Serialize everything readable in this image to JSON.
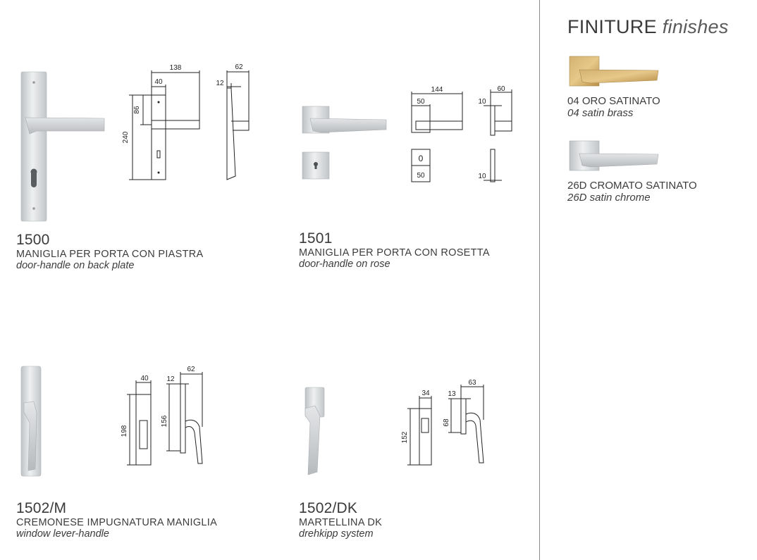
{
  "products": [
    {
      "code": "1500",
      "name_it": "MANIGLIA PER PORTA CON PIASTRA",
      "name_en": "door-handle on back plate",
      "dims": {
        "width": "138",
        "offset": "40",
        "height": "240",
        "center": "86",
        "proj": "62",
        "thick": "12"
      }
    },
    {
      "code": "1501",
      "name_it": "MANIGLIA PER PORTA CON ROSETTA",
      "name_en": "door-handle on rose",
      "dims": {
        "width": "144",
        "rose": "50",
        "proj": "60",
        "thick": "10",
        "key_w": "0",
        "key_rose": "50",
        "key_thick": "10"
      }
    },
    {
      "code": "1502/M",
      "name_it": "CREMONESE IMPUGNATURA MANIGLIA",
      "name_en": "window lever-handle",
      "dims": {
        "width": "40",
        "height": "198",
        "proj": "62",
        "thick": "12",
        "lever": "156"
      }
    },
    {
      "code": "1502/DK",
      "name_it": "MARTELLINA DK",
      "name_en": "drehkipp system",
      "dims": {
        "width": "34",
        "height": "152",
        "proj": "63",
        "thick": "13",
        "lever": "68"
      }
    }
  ],
  "finishes": {
    "title": "FINITURE",
    "title_en": "finishes",
    "items": [
      {
        "label_it": "04 ORO SATINATO",
        "label_en": "04 satin brass",
        "color": "#c9a25a"
      },
      {
        "label_it": "26D CROMATO SATINATO",
        "label_en": "26D satin chrome",
        "color": "#d6d8da"
      }
    ]
  }
}
